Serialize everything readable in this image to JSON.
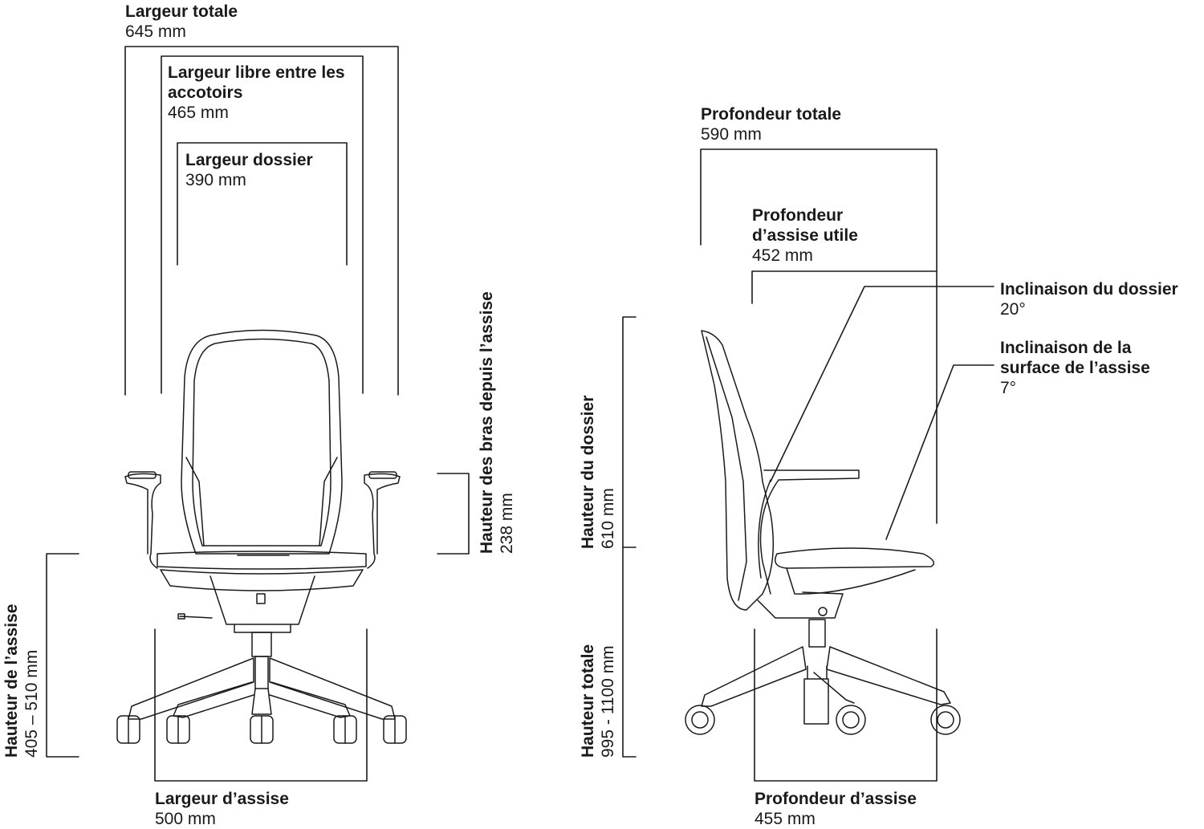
{
  "front_view": {
    "largeur_totale": {
      "title": "Largeur totale",
      "value": "645 mm"
    },
    "largeur_libre": {
      "title_line1": "Largeur libre entre les",
      "title_line2": "accotoirs",
      "value": "465 mm"
    },
    "largeur_dossier": {
      "title": "Largeur dossier",
      "value": "390 mm"
    },
    "hauteur_bras": {
      "title": "Hauteur des bras depuis l’assise",
      "value": "238 mm"
    },
    "hauteur_assise": {
      "title": "Hauteur de l’assise",
      "value": "405 – 510 mm"
    },
    "largeur_assise": {
      "title": "Largeur d’assise",
      "value": "500 mm"
    }
  },
  "side_view": {
    "profondeur_totale": {
      "title": "Profondeur totale",
      "value": "590 mm"
    },
    "profondeur_utile": {
      "title_line1": "Profondeur",
      "title_line2": "d’assise utile",
      "value": "452 mm"
    },
    "inclinaison_dossier": {
      "title": "Inclinaison du dossier",
      "value": "20°"
    },
    "inclinaison_surface": {
      "title_line1": "Inclinaison de la",
      "title_line2": "surface de l’assise",
      "value": "7°"
    },
    "hauteur_dossier": {
      "title": "Hauteur du dossier",
      "value": "610 mm"
    },
    "hauteur_totale": {
      "title": "Hauteur totale",
      "value": "995 - 1100 mm"
    },
    "profondeur_assise": {
      "title": "Profondeur d’assise",
      "value": "455 mm"
    }
  }
}
